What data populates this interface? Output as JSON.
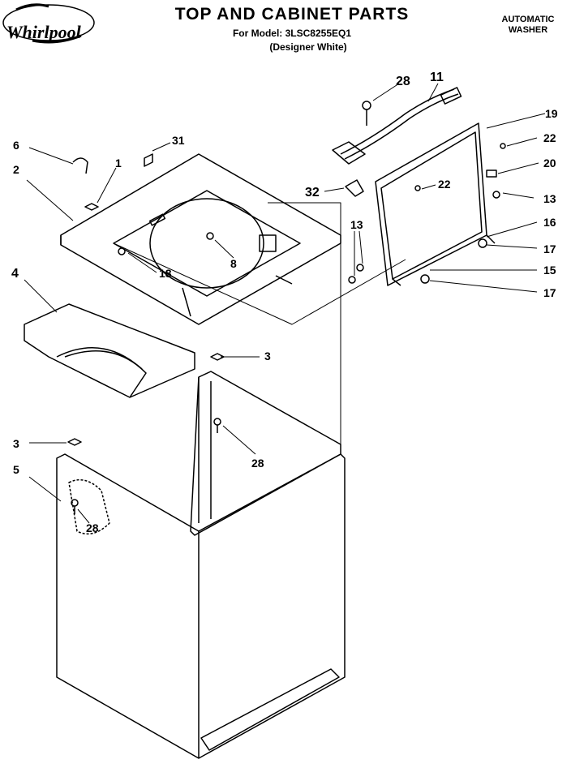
{
  "header": {
    "title": "TOP AND CABINET PARTS",
    "model": "For Model: 3LSC8255EQ1",
    "variant": "(Designer White)",
    "product_line1": "AUTOMATIC",
    "product_line2": "WASHER",
    "brand": "Whirlpool"
  },
  "callouts": [
    "28",
    "11",
    "19",
    "22",
    "20",
    "13",
    "16",
    "17",
    "15",
    "17",
    "6",
    "31",
    "1",
    "2",
    "32",
    "22",
    "13",
    "8",
    "18",
    "4",
    "3",
    "28",
    "3",
    "5",
    "28"
  ],
  "icons": [
    "whirlpool-logo",
    "washer-top-panel",
    "rear-console",
    "cabinet-frame"
  ]
}
